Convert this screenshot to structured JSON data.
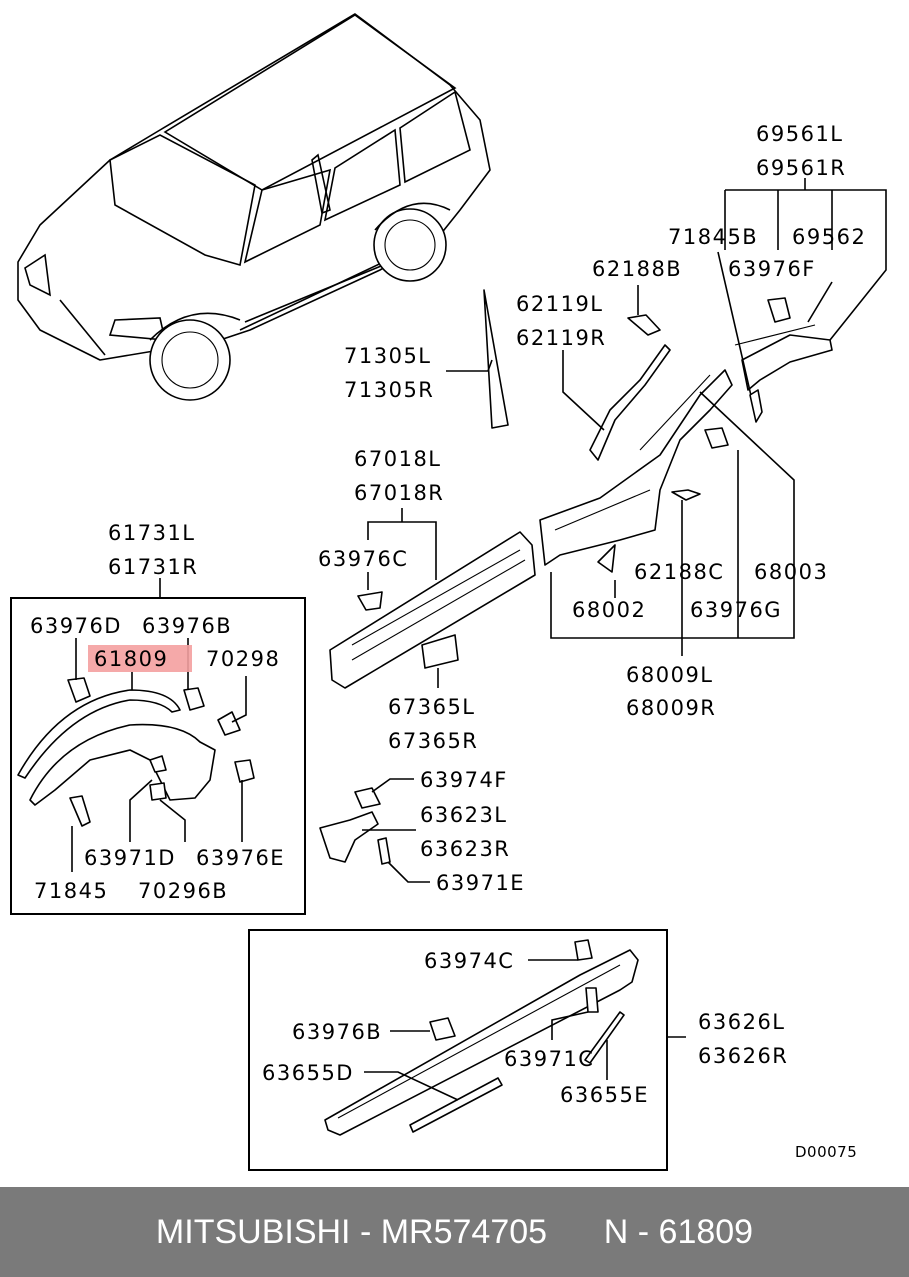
{
  "labels": {
    "p69561L": "69561L",
    "p69561R": "69561R",
    "p71845B": "71845B",
    "p69562": "69562",
    "p63976F": "63976F",
    "p62188B": "62188B",
    "p62119L": "62119L",
    "p62119R": "62119R",
    "p71305L": "71305L",
    "p71305R": "71305R",
    "p67018L": "67018L",
    "p67018R": "67018R",
    "p63976C": "63976C",
    "p62188C": "62188C",
    "p68003": "68003",
    "p68002": "68002",
    "p63976G": "63976G",
    "p68009L": "68009L",
    "p68009R": "68009R",
    "p67365L": "67365L",
    "p67365R": "67365R",
    "p61731L": "61731L",
    "p61731R": "61731R",
    "p63976D": "63976D",
    "p63976B_top": "63976B",
    "p61809": "61809",
    "p70298": "70298",
    "p63971D": "63971D",
    "p63976E": "63976E",
    "p71845": "71845",
    "p70296B": "70296B",
    "p63974F": "63974F",
    "p63623L": "63623L",
    "p63623R": "63623R",
    "p63971E": "63971E",
    "p63974C": "63974C",
    "p63976B_bot": "63976B",
    "p63626L": "63626L",
    "p63626R": "63626R",
    "p63971C": "63971C",
    "p63655D": "63655D",
    "p63655E": "63655E",
    "ref": "D00075"
  },
  "highlight": {
    "part": "61809",
    "color": "#f4a0a0"
  },
  "footer": {
    "brand": "MITSUBISHI",
    "sep1": " - ",
    "part_number": "MR574705",
    "gap": "      ",
    "n_prefix": "N - ",
    "n_number": "61809"
  },
  "colors": {
    "footer_bg": "#7a7a7a",
    "footer_text": "#ffffff"
  }
}
